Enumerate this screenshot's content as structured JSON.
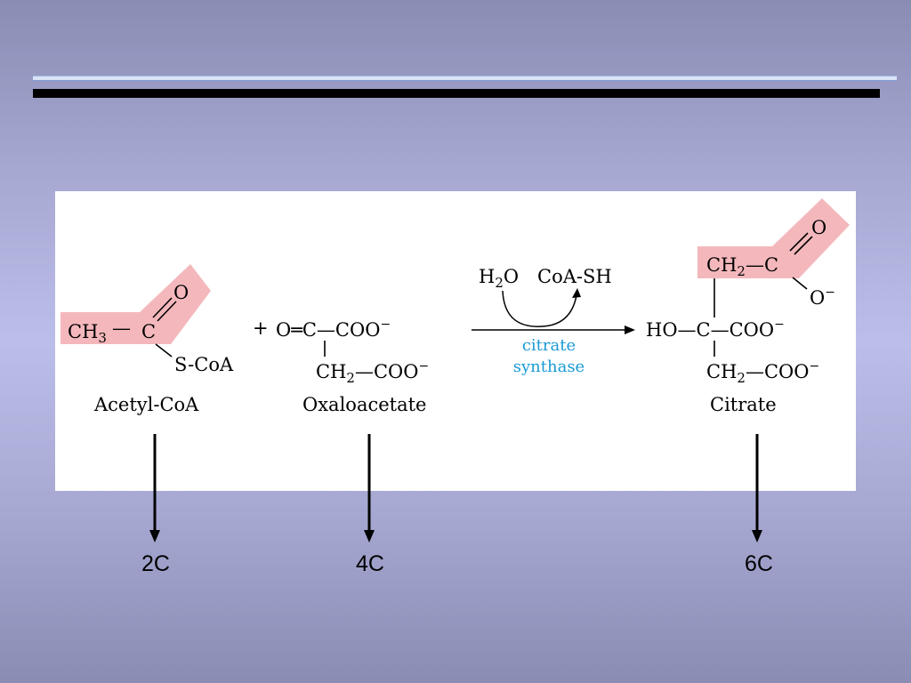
{
  "reaction": {
    "acetyl": {
      "ch3": "CH",
      "ch3_sub": "3",
      "dash": "—",
      "c": "C",
      "o": "O",
      "scoa": "S-CoA",
      "name": "Acetyl-CoA"
    },
    "plus": "+",
    "oxalo": {
      "o_eq_c": "O═C—COO",
      "charge": "−",
      "ch2": "CH",
      "ch2_sub": "2",
      "coo2": "—COO",
      "name": "Oxaloacetate"
    },
    "arrow": {
      "h2o": "H",
      "h2o_sub": "2",
      "h2o_o": "O",
      "coash": "CoA-SH",
      "enzyme_line1": "citrate",
      "enzyme_line2": "synthase"
    },
    "citrate": {
      "ch2_top": "CH",
      "ch2_top_sub": "2",
      "c_top": "—C",
      "o_top": "O",
      "o_minus": "O",
      "ho": "HO—C—COO",
      "ch2_bot": "CH",
      "ch2_bot_sub": "2",
      "coo_bot": "—COO",
      "name": "Citrate"
    },
    "colors": {
      "highlight": "#f4b8bc",
      "enzyme": "#1a9ad6"
    }
  },
  "carbons": {
    "c1": "2C",
    "c2": "4C",
    "c3": "6C"
  }
}
